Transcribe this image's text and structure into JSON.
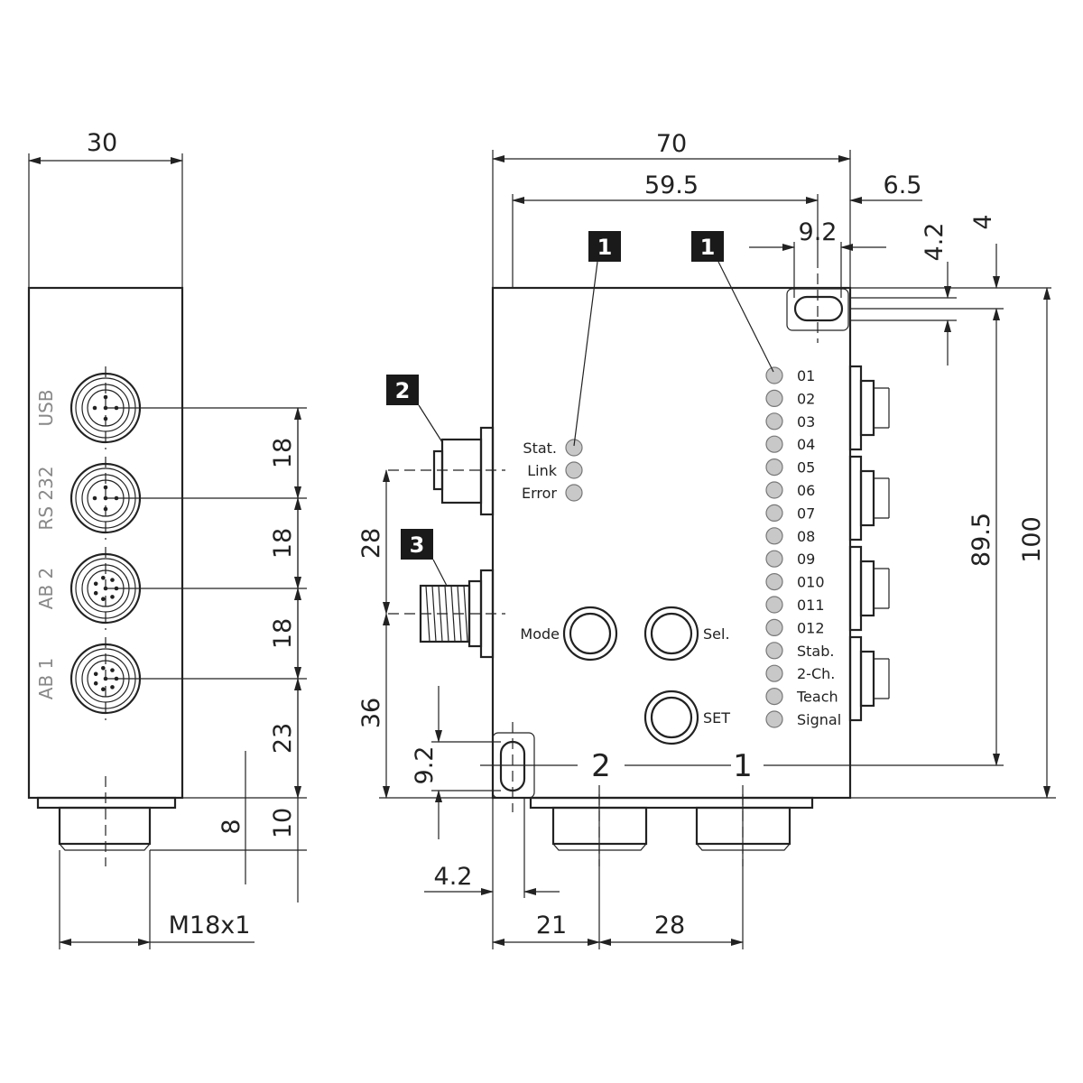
{
  "side_view": {
    "width_dim": "30",
    "port_labels": [
      "USB",
      "RS 232",
      "AB 2",
      "AB 1"
    ],
    "pitch_dims": [
      "18",
      "18",
      "18",
      "23"
    ],
    "bottom_dims": [
      "8",
      "10"
    ],
    "thread_label": "M18x1"
  },
  "front_view": {
    "top_dims": {
      "overall": "70",
      "inner": "59.5",
      "offset": "6.5",
      "slot_width": "9.2",
      "slot_height": "4.2",
      "slot_offset": "4"
    },
    "right_dims": {
      "mount_height": "89.5",
      "overall_height": "100"
    },
    "left_dims": {
      "connector_gap": "28",
      "connector_bottom": "36",
      "slot_height": "9.2",
      "slot_offset": "4.2"
    },
    "bottom_dims": {
      "first": "21",
      "second": "28"
    },
    "callouts": [
      "1",
      "1",
      "2",
      "3"
    ],
    "status_leds": [
      "Stat.",
      "Link",
      "Error"
    ],
    "channel_leds": [
      "01",
      "02",
      "03",
      "04",
      "05",
      "06",
      "07",
      "08",
      "09",
      "010",
      "011",
      "012",
      "Stab.",
      "2-Ch.",
      "Teach",
      "Signal"
    ],
    "buttons": [
      "Mode",
      "Sel.",
      "SET"
    ],
    "mount_markers": [
      "2",
      "1"
    ]
  }
}
